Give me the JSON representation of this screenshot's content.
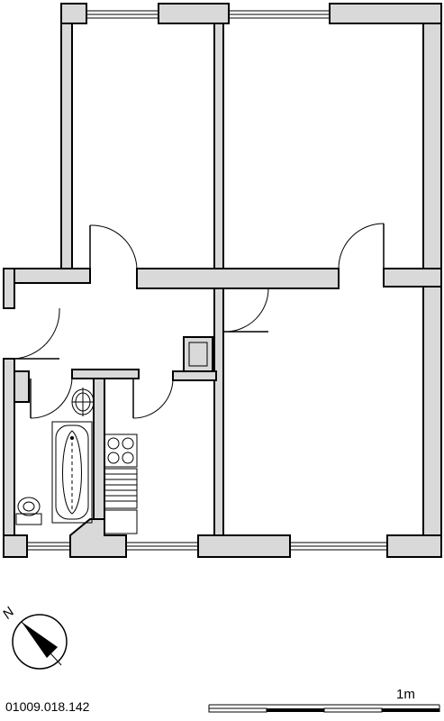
{
  "plan": {
    "id_code": "01009.018.142"
  },
  "north_arrow": {
    "label": "N",
    "icon": "north-arrow-icon"
  },
  "scale_bar": {
    "label": "1m",
    "icon": "scale-bar-icon"
  },
  "colors": {
    "wall_fill": "#d9d9d9",
    "line": "#000000",
    "background": "#ffffff"
  }
}
